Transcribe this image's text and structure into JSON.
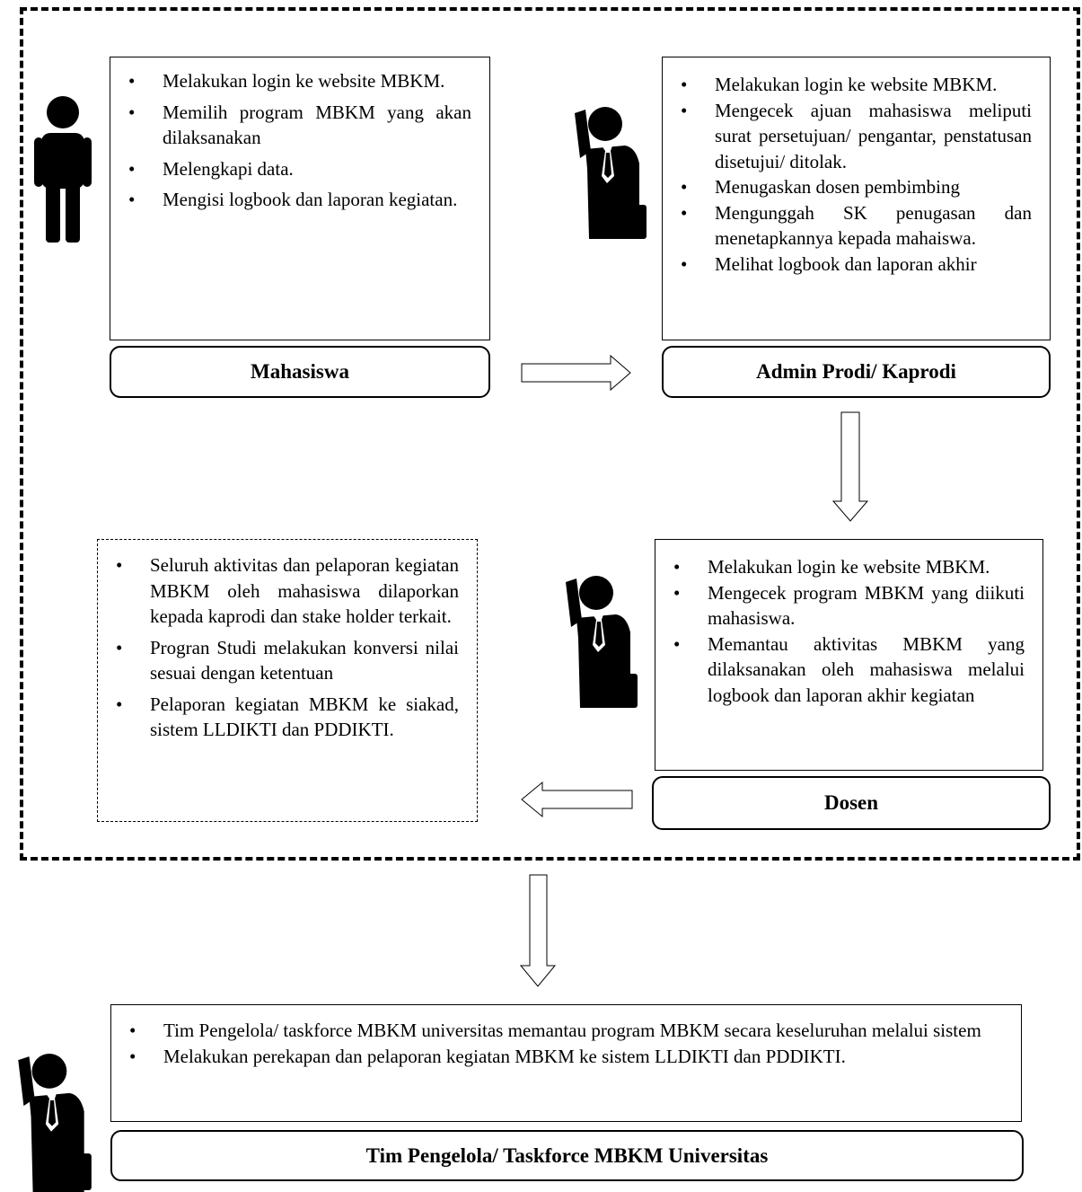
{
  "mahasiswa": {
    "items": [
      "Melakukan login ke website MBKM.",
      "Memilih program MBKM yang akan dilaksanakan",
      "Melengkapi data.",
      "Mengisi logbook dan laporan kegiatan."
    ],
    "label": "Mahasiswa",
    "icon": "person-standing-icon"
  },
  "admin": {
    "items": [
      "Melakukan login ke website MBKM.",
      "Mengecek ajuan mahasiswa meliputi surat persetujuan/ pengantar, penstatusan disetujui/ ditolak.",
      "Menugaskan dosen pembimbing",
      "Mengunggah SK penugasan dan menetapkannya kepada mahaiswa.",
      "Melihat logbook dan laporan akhir"
    ],
    "label": "Admin Prodi/ Kaprodi",
    "icon": "businessman-icon"
  },
  "dosen": {
    "items": [
      "Melakukan login ke website MBKM.",
      "Mengecek program MBKM yang diikuti mahasiswa.",
      "Memantau aktivitas MBKM yang dilaksanakan oleh mahasiswa melalui logbook dan laporan akhir kegiatan"
    ],
    "label": "Dosen",
    "icon": "businessman-icon"
  },
  "reporting": {
    "items": [
      "Seluruh aktivitas dan pelaporan kegiatan MBKM oleh mahasiswa dilaporkan kepada kaprodi dan stake holder terkait.",
      "Progran Studi melakukan konversi nilai sesuai dengan ketentuan",
      "Pelaporan kegiatan MBKM ke siakad, sistem LLDIKTI dan PDDIKTI."
    ]
  },
  "taskforce": {
    "items": [
      "Tim Pengelola/ taskforce MBKM universitas memantau program MBKM secara keseluruhan melalui sistem",
      "Melakukan perekapan dan pelaporan kegiatan MBKM ke sistem LLDIKTI dan PDDIKTI."
    ],
    "label": "Tim Pengelola/ Taskforce MBKM Universitas",
    "icon": "businessman-icon"
  }
}
